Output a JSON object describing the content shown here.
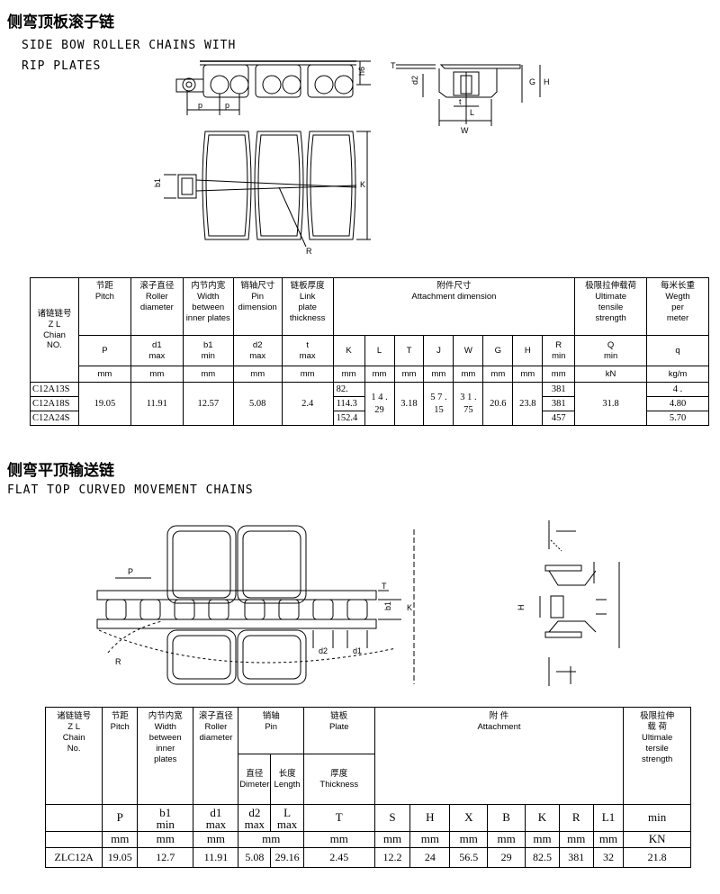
{
  "section1": {
    "title_cn": "侧弯顶板滚子链",
    "title_en_line1": "SIDE BOW ROLLER CHAINS WITH",
    "title_en_line2": "RIP PLATES",
    "drawing_labels": {
      "p1": "p",
      "p2": "p",
      "h6": "h6",
      "T": "T",
      "d2": "d2",
      "t": "t",
      "L": "L",
      "W": "W",
      "G": "G",
      "H": "H",
      "b1": "b1",
      "K": "K",
      "R": "R"
    },
    "table": {
      "col_chain": {
        "cn": "诸链链号",
        "zl": "Z L",
        "en1": "Chian",
        "en2": "NO."
      },
      "col_pitch": {
        "cn": "节距",
        "en": "Pitch",
        "sym": "P",
        "unit": "mm"
      },
      "col_roller": {
        "cn": "滚子直径",
        "en1": "Roller",
        "en2": "diameter",
        "sym": "d1",
        "sub": "max",
        "unit": "mm"
      },
      "col_width": {
        "cn": "内节内宽",
        "en1": "Width",
        "en2": "between",
        "en3": "inner plates",
        "sym": "b1",
        "sub": "min",
        "unit": "mm"
      },
      "col_pin": {
        "cn": "销轴尺寸",
        "en1": "Pin",
        "en2": "dimension",
        "sym": "d2",
        "sub": "max",
        "unit": "mm"
      },
      "col_link": {
        "cn": "链板厚度",
        "en1": "Link",
        "en2": "plate",
        "en3": "thickness",
        "sym": "t",
        "sub": "max",
        "unit": "mm"
      },
      "col_attach": {
        "cn": "附件尺寸",
        "en": "Attachment  dimension",
        "syms": [
          "K",
          "L",
          "T",
          "J",
          "W",
          "G",
          "H",
          "R"
        ],
        "r_sub": "min",
        "units": [
          "mm",
          "mm",
          "mm",
          "mm",
          "mm",
          "mm",
          "mm",
          "mm"
        ]
      },
      "col_tensile": {
        "cn": "极限拉伸载荷",
        "en1": "Ultimate",
        "en2": "tensile",
        "en3": "strength",
        "sym": "Q",
        "sub": "min",
        "unit": "kN"
      },
      "col_weight": {
        "cn": "每米长重",
        "en1": "Wegth",
        "en2": "per",
        "en3": "meter",
        "sym": "q",
        "unit": "kg/m"
      },
      "rows": [
        {
          "no": "C12A13S",
          "K": "82.",
          "R": "381",
          "q": "4  ."
        },
        {
          "no": "C12A18S",
          "K": "114.3",
          "R": "381",
          "q": "4.80"
        },
        {
          "no": "C12A24S",
          "K": "152.4",
          "R": "457",
          "q": "5.70"
        }
      ],
      "shared": {
        "pitch": "19.05",
        "d1": "11.91",
        "b1": "12.57",
        "d2": "5.08",
        "t": "2.4",
        "L": "1 4 .",
        "L2": "29",
        "T": "3.18",
        "J": "5 7 .",
        "J2": "15",
        "W": "3 1 .",
        "W2": "75",
        "G": "20.6",
        "H": "23.8",
        "Q": "31.8"
      }
    }
  },
  "section2": {
    "title_cn": "侧弯平顶输送链",
    "title_en": "FLAT TOP CURVED MOVEMENT CHAINS",
    "drawing_labels": {
      "P": "P",
      "T": "T",
      "b1": "b1",
      "K": "K",
      "d2": "d2",
      "d1": "d1",
      "R": "R",
      "H": "H"
    },
    "table": {
      "col_chain": {
        "cn": "诸链链号",
        "zl": "Z L",
        "en1": "Chain",
        "en2": "No."
      },
      "col_pitch": {
        "cn": "节距",
        "en": "Pitch",
        "sym": "P",
        "unit": "mm"
      },
      "col_width": {
        "cn": "内节内宽",
        "en1": "Width",
        "en2": "between",
        "en3": "inner",
        "en4": "plates",
        "sym": "b1",
        "sub": "min",
        "unit": "mm"
      },
      "col_roller": {
        "cn": "滚子直径",
        "en1": "Roller",
        "en2": "diameter",
        "sym": "d1",
        "sub": "max",
        "unit": "mm"
      },
      "col_pin": {
        "cn": "销轴",
        "en": "Pin",
        "dia_cn": "直径",
        "dia_en": "Dimeter",
        "len_cn": "长度",
        "len_en": "Length",
        "sym_d": "d2",
        "sym_d_sub": "max",
        "sym_l": "L",
        "sym_l_sub": "max",
        "unit": "mm"
      },
      "col_plate": {
        "cn": "链板",
        "en": "Plate",
        "th_cn": "厚度",
        "th_en": "Thickness",
        "sym": "T",
        "unit": "mm"
      },
      "col_attach": {
        "cn": "附 件",
        "en": "Attachment",
        "syms": [
          "S",
          "H",
          "X",
          "B",
          "K",
          "R",
          "L1"
        ],
        "units": [
          "mm",
          "mm",
          "mm",
          "mm",
          "mm",
          "mm",
          "mm"
        ]
      },
      "col_tensile": {
        "cn1": "极限拉伸",
        "cn2": "载 荷",
        "en1": "Ultimale",
        "en2": "tersile",
        "en3": "strength",
        "sym": "min",
        "unit": "KN"
      },
      "row": {
        "no": "ZLC12A",
        "P": "19.05",
        "b1": "12.7",
        "d1": "11.91",
        "d2": "5.08",
        "L": "29.16",
        "T": "2.45",
        "S": "12.2",
        "H": "24",
        "X": "56.5",
        "B": "29",
        "K": "82.5",
        "R": "381",
        "L1": "32",
        "Q": "21.8"
      }
    }
  }
}
